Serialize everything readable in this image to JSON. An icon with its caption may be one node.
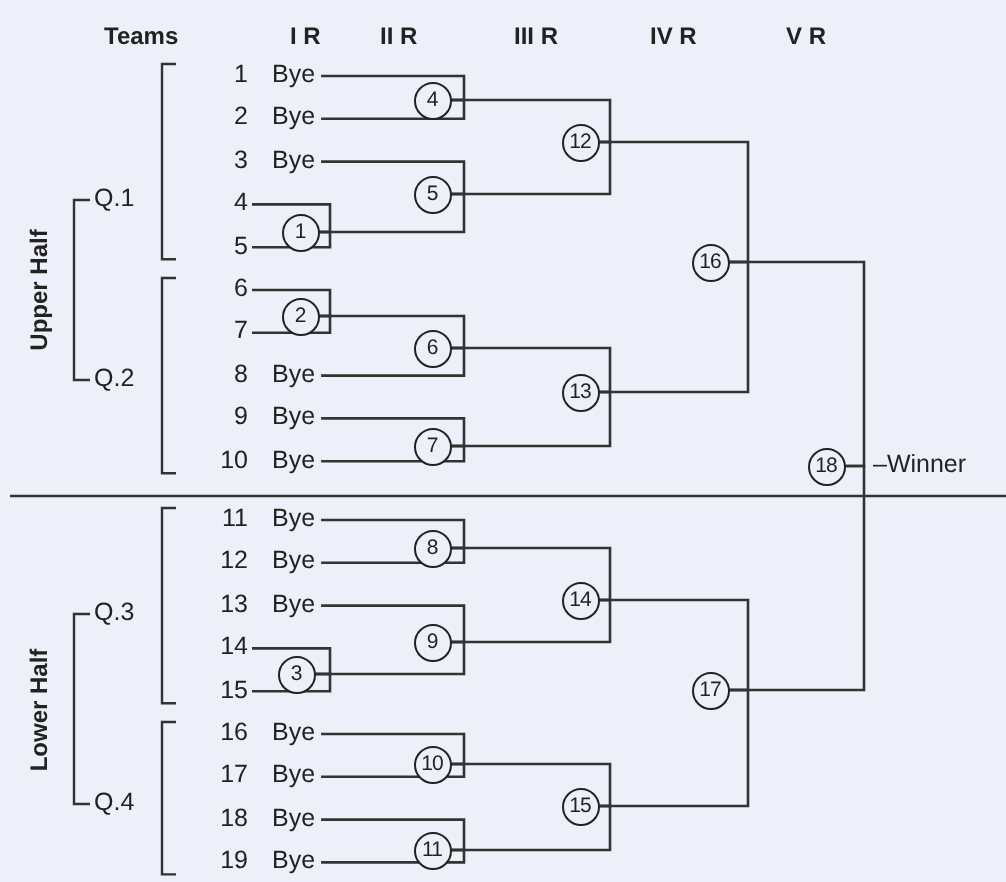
{
  "diagram": {
    "nodes": [
      {
        "text": [
          "1"
        ],
        "beside": [
          "Bye"
        ]
      },
      {
        "text": [
          "2"
        ],
        "beside": [
          "Bye"
        ]
      },
      {
        "text": [
          "3"
        ],
        "beside": [
          "Bye"
        ]
      },
      {
        "text": [
          "4"
        ]
      },
      {
        "text": [
          "5"
        ]
      },
      {
        "text": [
          "6"
        ]
      },
      {
        "text": [
          "7"
        ]
      },
      {
        "text": [
          "8"
        ],
        "beside": [
          "Bye"
        ]
      },
      {
        "text": [
          "9"
        ],
        "beside": [
          "Bye"
        ]
      },
      {
        "text": [
          "10"
        ],
        "beside": [
          "Bye"
        ]
      },
      {
        "text": [
          "11"
        ],
        "beside": [
          "Bye"
        ]
      },
      {
        "text": [
          "12"
        ],
        "beside": [
          "Bye"
        ]
      },
      {
        "text": [
          "13"
        ],
        "beside": [
          "Bye"
        ]
      },
      {
        "text": [
          "14"
        ]
      },
      {
        "text": [
          "15"
        ]
      },
      {
        "text": [
          "16"
        ],
        "beside": [
          "Bye"
        ]
      },
      {
        "text": [
          "17"
        ],
        "beside": [
          "Bye"
        ]
      },
      {
        "text": [
          "18"
        ],
        "beside": [
          "Bye"
        ]
      },
      {
        "text": [
          "19"
        ],
        "beside": [
          "Bye"
        ]
      },
      {
        "text": [
          "1"
        ]
      },
      {
        "text": [
          "2"
        ]
      },
      {
        "text": [
          "3"
        ]
      },
      {
        "text": [
          "4"
        ]
      },
      {
        "text": [
          "5"
        ]
      },
      {
        "text": [
          "6"
        ]
      },
      {
        "text": [
          "7"
        ]
      },
      {
        "text": [
          "8"
        ]
      },
      {
        "text": [
          "9"
        ]
      },
      {
        "text": [
          "10"
        ]
      },
      {
        "text": [
          "11"
        ]
      },
      {
        "text": [
          "12"
        ]
      },
      {
        "text": [
          "13"
        ]
      },
      {
        "text": [
          "14"
        ]
      },
      {
        "text": [
          "15"
        ]
      },
      {
        "text": [
          "16"
        ]
      },
      {
        "text": [
          "17"
        ]
      },
      {
        "text": [
          "18"
        ],
        "beside": [
          "–Winner"
        ]
      }
    ],
    "edges": [
      {
        "from": 3,
        "to": 19,
        "arrow": "none"
      },
      {
        "from": 4,
        "to": 19,
        "arrow": "none"
      },
      {
        "from": 5,
        "to": 20,
        "arrow": "none"
      },
      {
        "from": 6,
        "to": 20,
        "arrow": "none"
      },
      {
        "from": 13,
        "to": 21,
        "arrow": "none"
      },
      {
        "from": 14,
        "to": 21,
        "arrow": "none"
      },
      {
        "from": 0,
        "to": 22,
        "arrow": "none"
      },
      {
        "from": 1,
        "to": 22,
        "arrow": "none"
      },
      {
        "from": 2,
        "to": 23,
        "arrow": "none"
      },
      {
        "from": 19,
        "to": 23,
        "arrow": "none"
      },
      {
        "from": 20,
        "to": 24,
        "arrow": "none"
      },
      {
        "from": 7,
        "to": 24,
        "arrow": "none"
      },
      {
        "from": 8,
        "to": 25,
        "arrow": "none"
      },
      {
        "from": 9,
        "to": 25,
        "arrow": "none"
      },
      {
        "from": 10,
        "to": 26,
        "arrow": "none"
      },
      {
        "from": 11,
        "to": 26,
        "arrow": "none"
      },
      {
        "from": 12,
        "to": 27,
        "arrow": "none"
      },
      {
        "from": 21,
        "to": 27,
        "arrow": "none"
      },
      {
        "from": 15,
        "to": 28,
        "arrow": "none"
      },
      {
        "from": 16,
        "to": 28,
        "arrow": "none"
      },
      {
        "from": 17,
        "to": 29,
        "arrow": "none"
      },
      {
        "from": 18,
        "to": 29,
        "arrow": "none"
      },
      {
        "from": 22,
        "to": 30,
        "arrow": "none"
      },
      {
        "from": 23,
        "to": 30,
        "arrow": "none"
      },
      {
        "from": 24,
        "to": 31,
        "arrow": "none"
      },
      {
        "from": 25,
        "to": 31,
        "arrow": "none"
      },
      {
        "from": 26,
        "to": 32,
        "arrow": "none"
      },
      {
        "from": 27,
        "to": 32,
        "arrow": "none"
      },
      {
        "from": 28,
        "to": 33,
        "arrow": "none"
      },
      {
        "from": 29,
        "to": 33,
        "arrow": "none"
      },
      {
        "from": 30,
        "to": 34,
        "arrow": "none"
      },
      {
        "from": 31,
        "to": 34,
        "arrow": "none"
      },
      {
        "from": 32,
        "to": 35,
        "arrow": "none"
      },
      {
        "from": 33,
        "to": 35,
        "arrow": "none"
      },
      {
        "from": 34,
        "to": 36,
        "arrow": "none"
      },
      {
        "from": 35,
        "to": 36,
        "arrow": "none"
      }
    ],
    "labels": [
      "Teams",
      "I R",
      "II R",
      "III R",
      "IV R",
      "V R",
      "Q.1",
      "Q.2",
      "Upper Half",
      "Q.3",
      "Q.4",
      "Lower Half"
    ]
  }
}
